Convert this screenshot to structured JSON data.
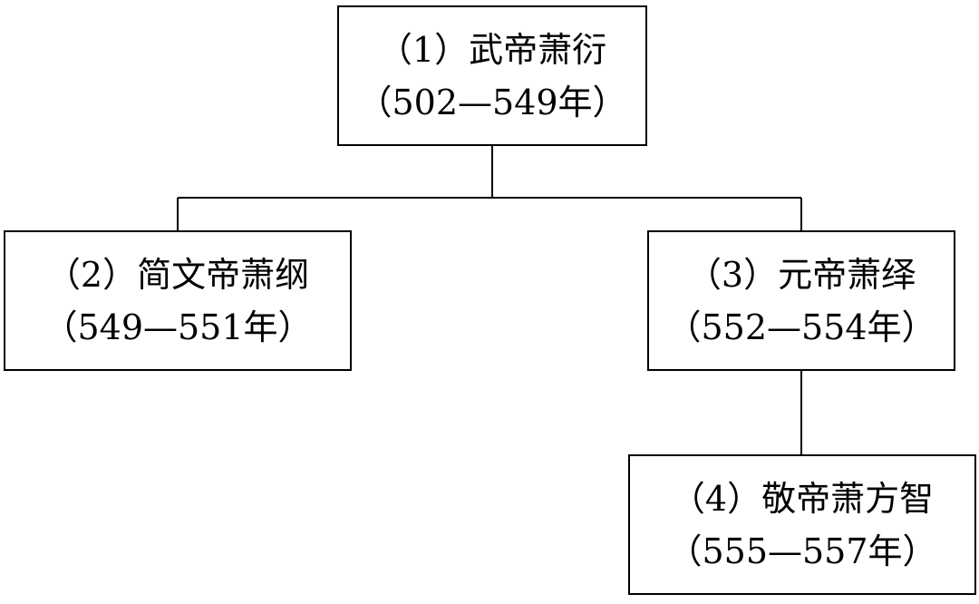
{
  "diagram": {
    "nodes": [
      {
        "id": "1",
        "title": "（1）武帝萧衍",
        "years": "（502—549年）"
      },
      {
        "id": "2",
        "title": "（2）简文帝萧纲",
        "years": "（549—551年）"
      },
      {
        "id": "3",
        "title": "（3）元帝萧绎",
        "years": "（552—554年）"
      },
      {
        "id": "4",
        "title": "（4）敬帝萧方智",
        "years": "（555—557年）"
      }
    ],
    "edges": [
      {
        "from": "1",
        "to": "2"
      },
      {
        "from": "1",
        "to": "3"
      },
      {
        "from": "3",
        "to": "4"
      }
    ]
  }
}
